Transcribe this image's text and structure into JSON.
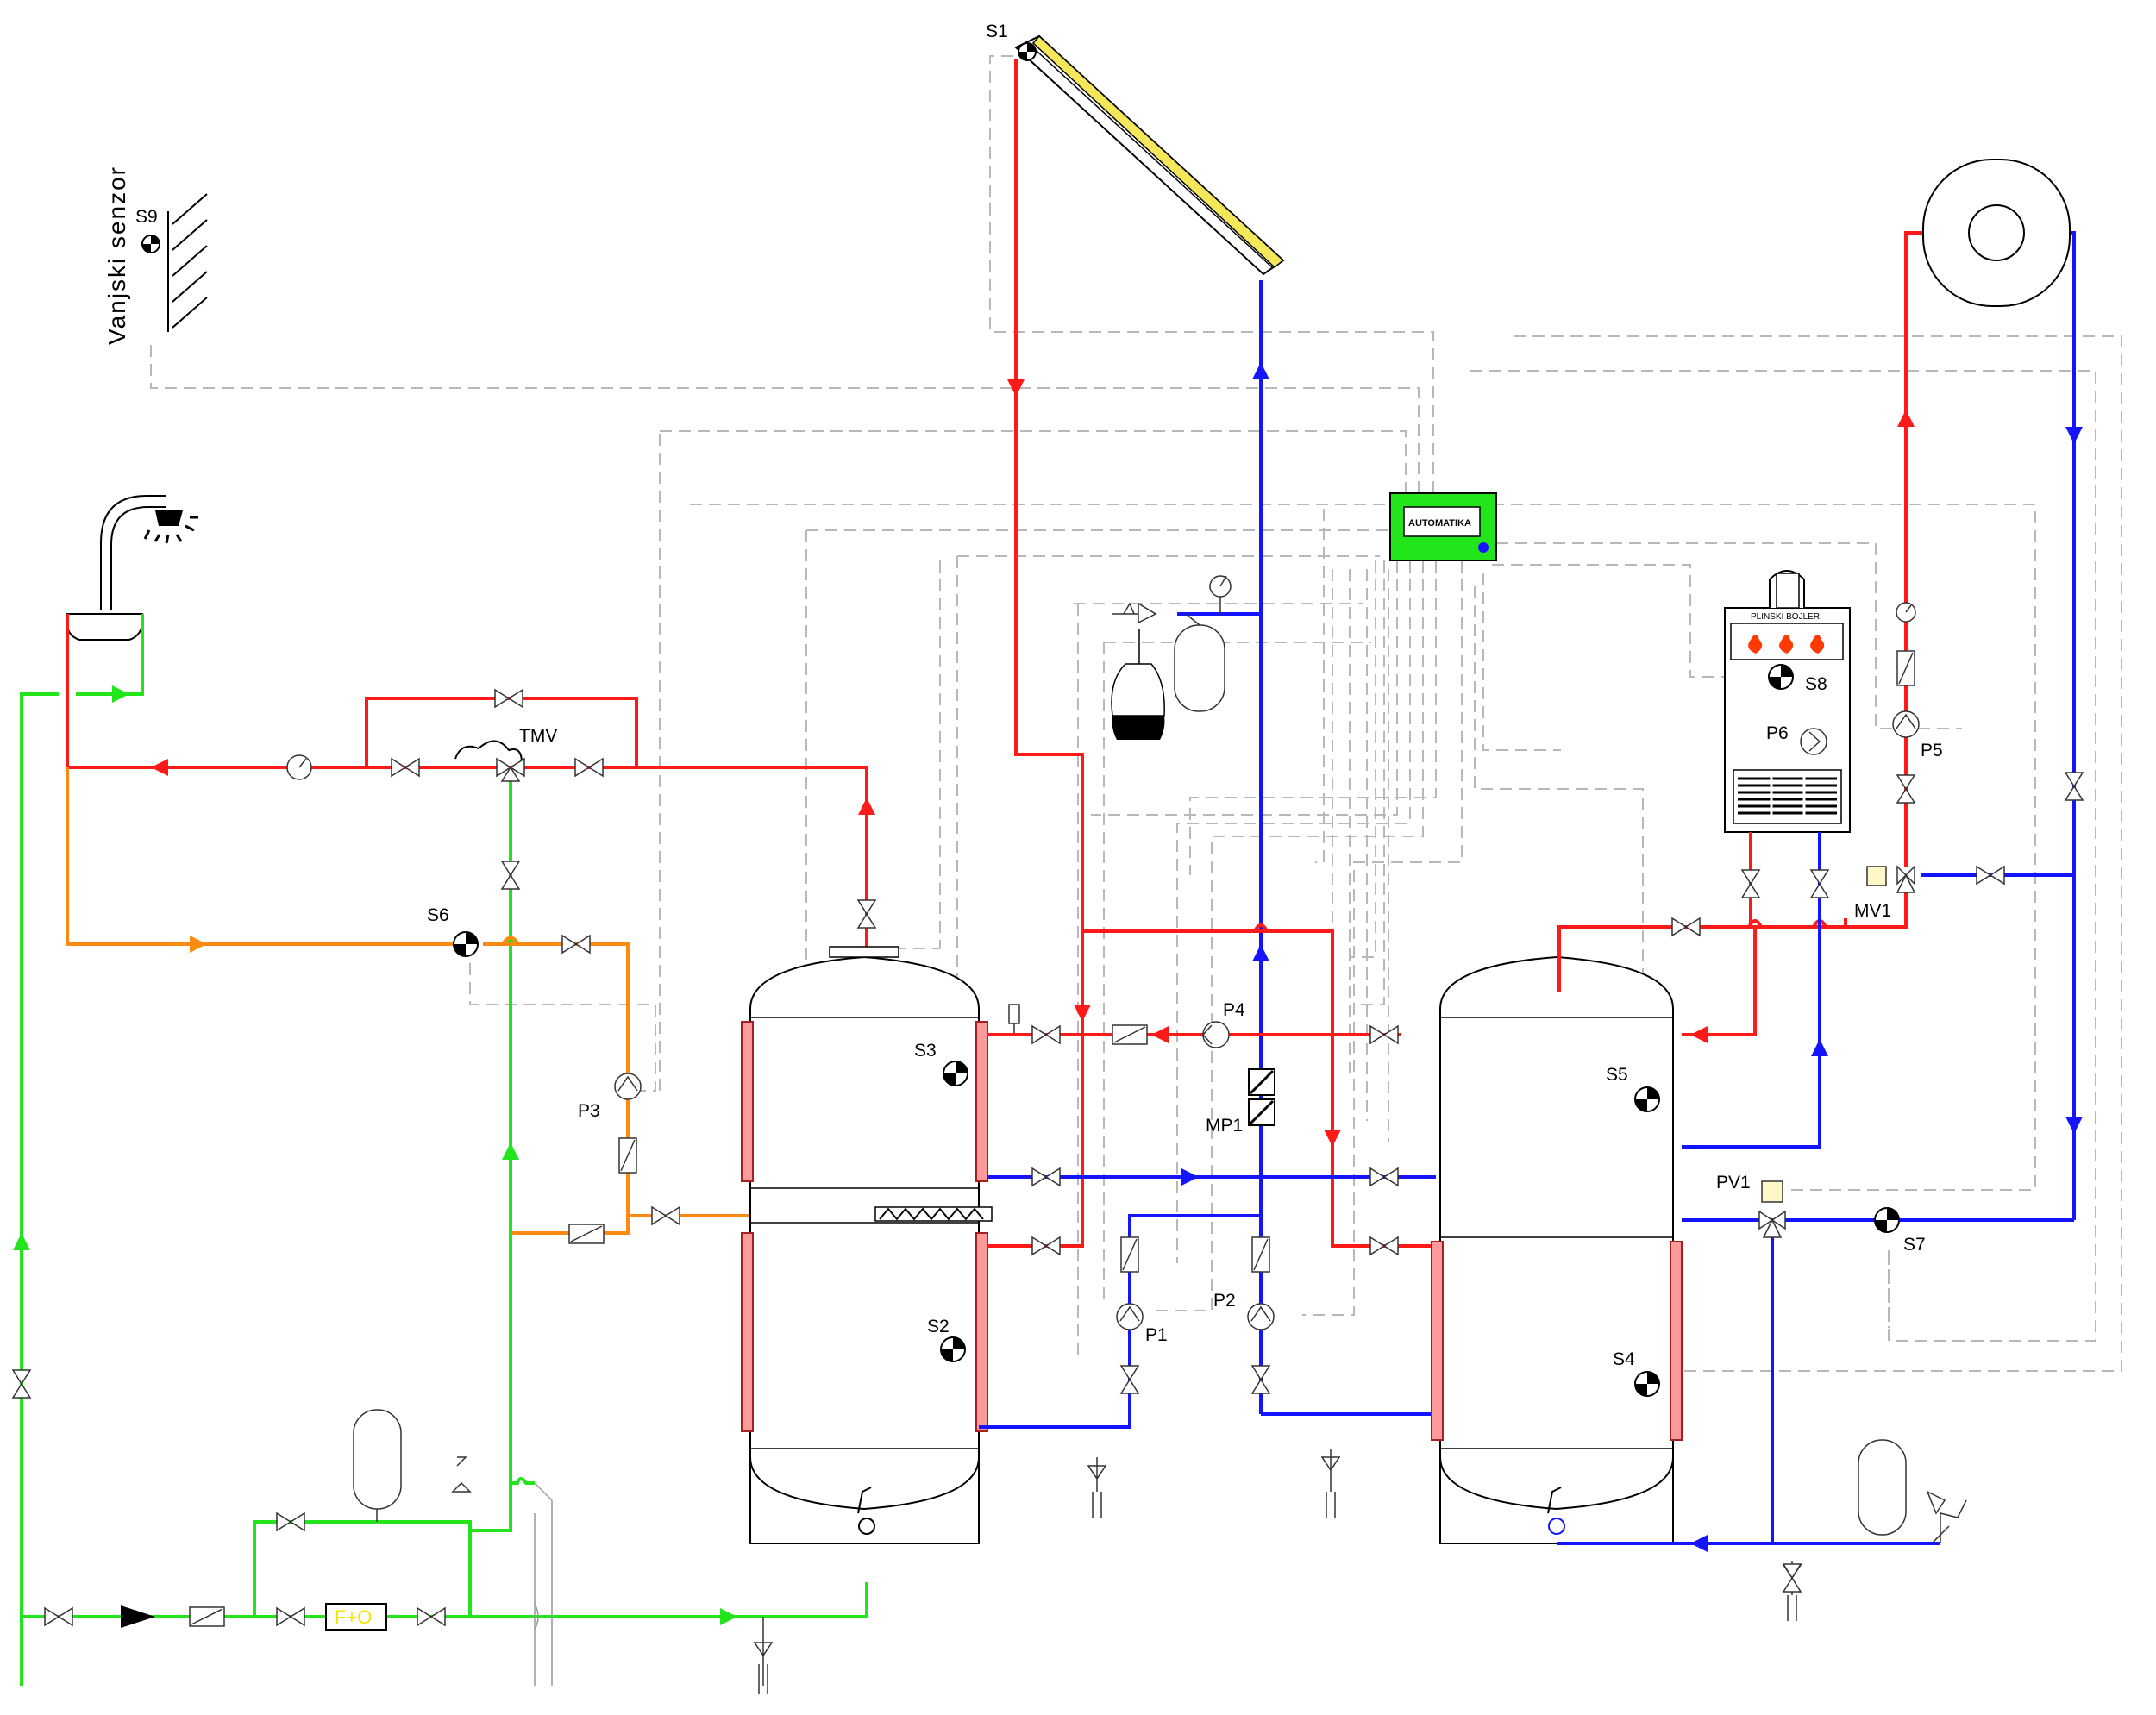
{
  "labels": {
    "s1": "S1",
    "s2": "S2",
    "s3": "S3",
    "s4": "S4",
    "s5": "S5",
    "s6": "S6",
    "s7": "S7",
    "s8": "S8",
    "s9": "S9",
    "p1": "P1",
    "p2": "P2",
    "p3": "P3",
    "p4": "P4",
    "p5": "P5",
    "p6": "P6",
    "mp1": "MP1",
    "mv1": "MV1",
    "pv1": "PV1",
    "tmv": "TMV"
  },
  "outside_sensor": "Vanjski senzor",
  "controller": "AUTOMATIKA",
  "boiler": "PLINSKI BOJLER",
  "filter_unit": "F+O",
  "colors": {
    "hot_line": "#ff1a1a",
    "cold_line": "#1414ff",
    "domestic_cold": "#22e51b",
    "circulation": "#ff8a12",
    "control_wiring": "#b8b8b8",
    "controller_body": "#22e51b"
  }
}
